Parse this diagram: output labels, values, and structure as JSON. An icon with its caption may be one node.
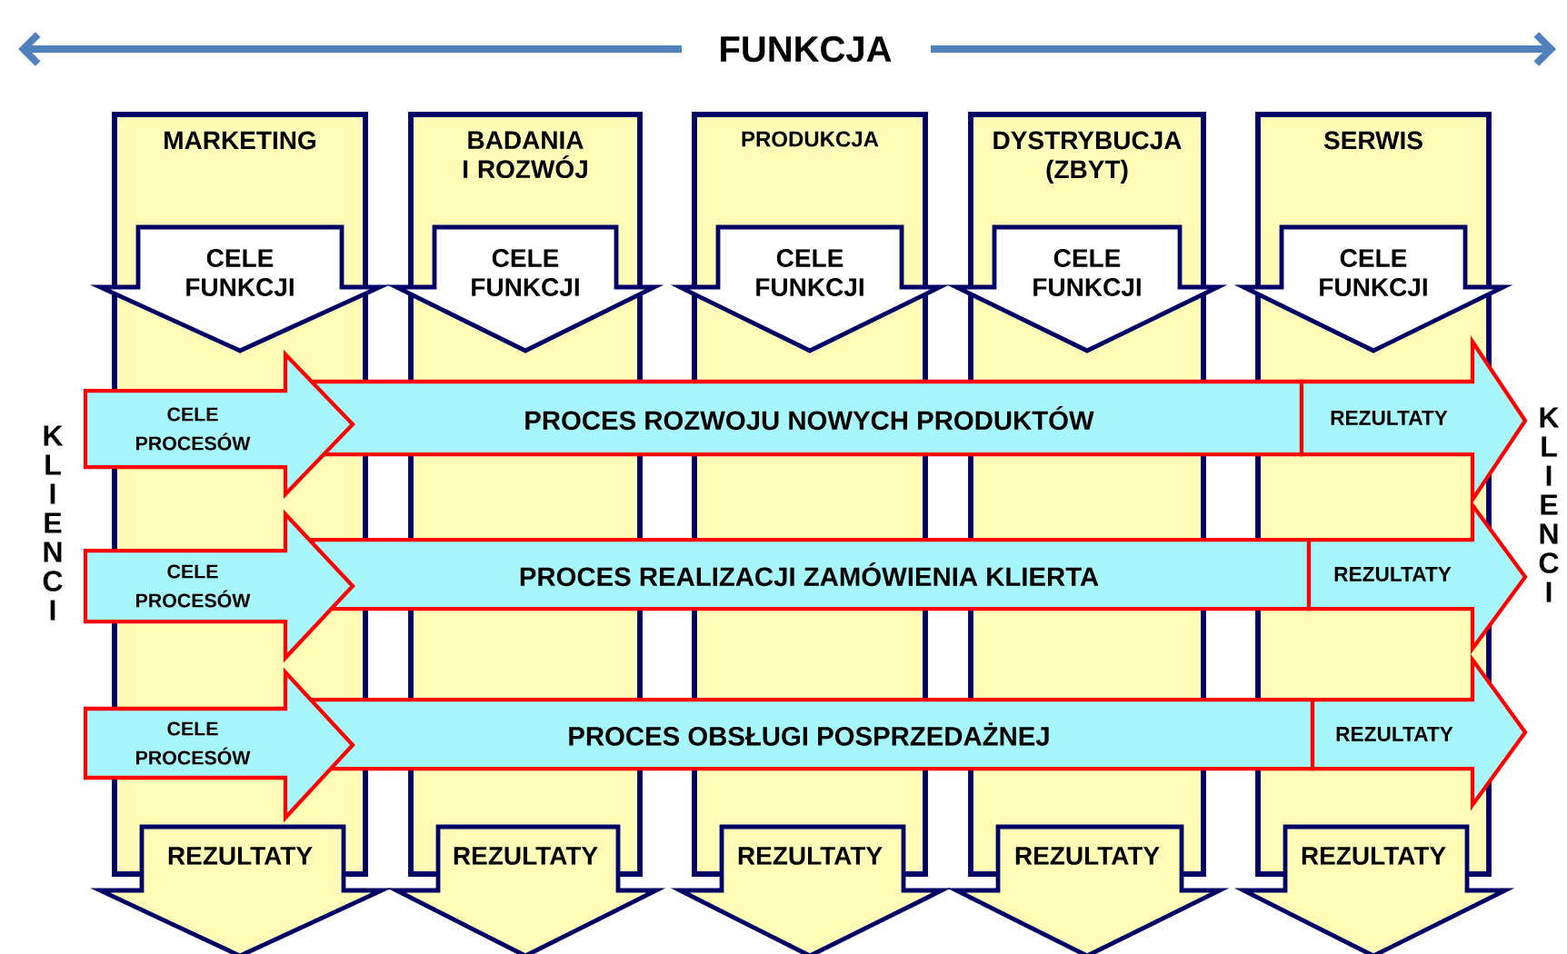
{
  "diagram": {
    "title": "FUNKCJA",
    "nodes": [
      {
        "text": [
          "MARKETING"
        ]
      },
      {
        "text": [
          "BADANIA I ROZWÓJ"
        ]
      },
      {
        "text": [
          "PRODUKCJA"
        ]
      },
      {
        "text": [
          "DYSTRYBUCJA (ZBYT)"
        ]
      },
      {
        "text": [
          "SERWIS"
        ]
      },
      {
        "text": [
          "CELE FUNKCJI"
        ]
      },
      {
        "text": [
          "CELE FUNKCJI"
        ]
      },
      {
        "text": [
          "CELE FUNKCJI"
        ]
      },
      {
        "text": [
          "CELE FUNKCJI"
        ]
      },
      {
        "text": [
          "CELE FUNKCJI"
        ]
      },
      {
        "text": [
          "REZULTATY"
        ]
      },
      {
        "text": [
          "REZULTATY"
        ]
      },
      {
        "text": [
          "REZULTATY"
        ]
      },
      {
        "text": [
          "REZULTATY"
        ]
      },
      {
        "text": [
          "REZULTATY"
        ]
      },
      {
        "text": [
          "PROCES ROZWOJU NOWYCH PRODUKTÓW"
        ]
      },
      {
        "text": [
          "CELE PROCESÓW"
        ]
      },
      {
        "text": [
          "REZULTATY"
        ]
      },
      {
        "text": [
          "PROCES REALIZACJI ZAMÓWIENIA KLIERTA"
        ]
      },
      {
        "text": [
          "CELE PROCESÓW"
        ]
      },
      {
        "text": [
          "REZULTATY"
        ]
      },
      {
        "text": [
          "PROCES OBSŁUGI POSPRZEDAŻNEJ"
        ]
      },
      {
        "text": [
          "CELE PROCESÓW"
        ]
      },
      {
        "text": [
          "REZULTATY"
        ]
      }
    ],
    "labels": [
      "K L I E N C I",
      "K L I E N C I"
    ]
  }
}
